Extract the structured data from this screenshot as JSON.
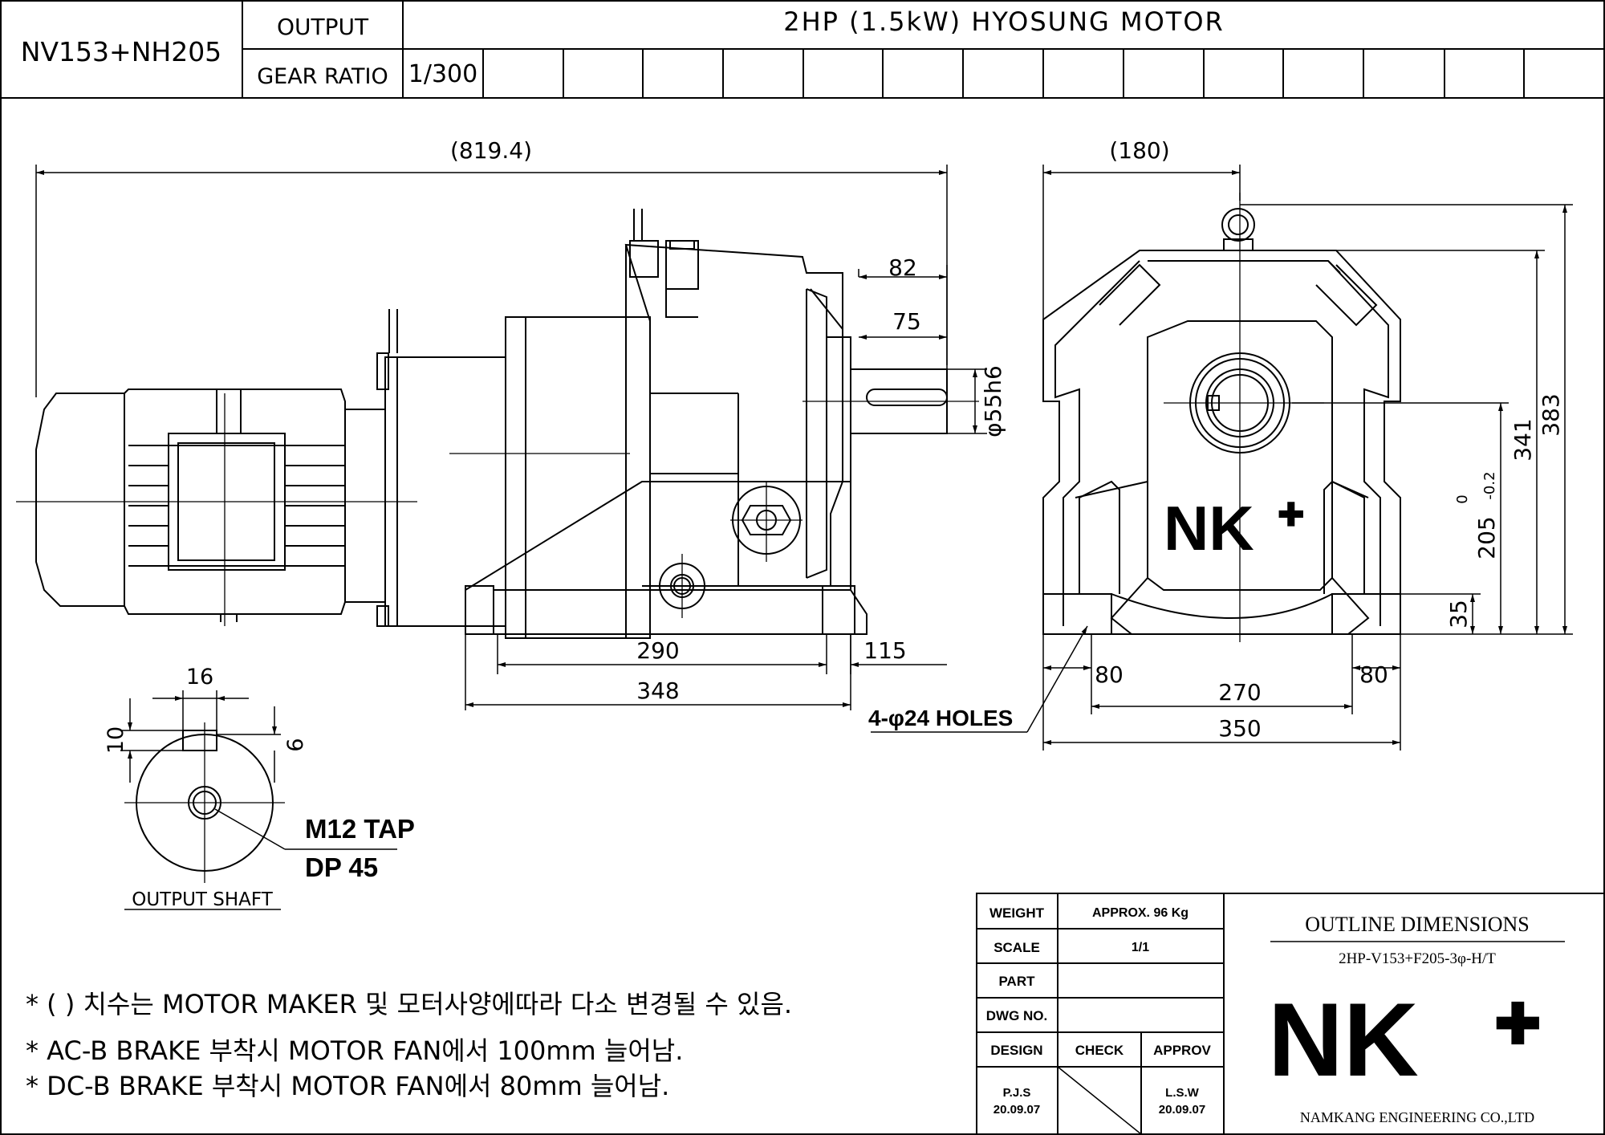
{
  "header": {
    "model": "NV153+NH205",
    "output_label": "OUTPUT",
    "output_value": "2HP (1.5kW) HYOSUNG MOTOR",
    "gear_ratio_label": "GEAR RATIO",
    "gear_ratio_value": "1/300"
  },
  "side_view": {
    "overall_length": "(819.4)",
    "dim_82": "82",
    "dim_75": "75",
    "shaft_dia": "φ55h6",
    "dim_290": "290",
    "dim_115": "115",
    "dim_348": "348"
  },
  "front_view": {
    "width_top": "(180)",
    "height_383": "383",
    "height_341": "341",
    "height_205": "205",
    "tol_upper": "0",
    "tol_lower": "-0.2",
    "height_35": "35",
    "dim_80_left": "80",
    "dim_80_right": "80",
    "dim_270": "270",
    "dim_350": "350",
    "holes_label": "4-φ24 HOLES",
    "logo": "NK"
  },
  "output_shaft": {
    "dim_16": "16",
    "dim_10": "10",
    "dim_6": "6",
    "tap_line1": "M12 TAP",
    "tap_line2": "DP 45",
    "caption": "OUTPUT SHAFT"
  },
  "notes": [
    "* (   ) 치수는 MOTOR MAKER 및 모터사양에따라 다소 변경될 수 있음.",
    "* AC-B BRAKE 부착시 MOTOR FAN에서 100mm 늘어남.",
    "* DC-B BRAKE 부착시 MOTOR FAN에서 80mm 늘어남."
  ],
  "title_block": {
    "weight_label": "WEIGHT",
    "weight_value": "APPROX. 96 Kg",
    "scale_label": "SCALE",
    "scale_value": "1/1",
    "part_label": "PART",
    "part_value": "",
    "dwg_label": "DWG NO.",
    "dwg_value": "",
    "design_label": "DESIGN",
    "check_label": "CHECK",
    "approv_label": "APPROV",
    "design_name": "P.J.S",
    "design_date": "20.09.07",
    "approv_name": "L.S.W",
    "approv_date": "20.09.07",
    "title": "OUTLINE DIMENSIONS",
    "subtitle": "2HP-V153+F205-3φ-H/T",
    "logo": "NK",
    "company": "NAMKANG ENGINEERING CO.,LTD"
  }
}
